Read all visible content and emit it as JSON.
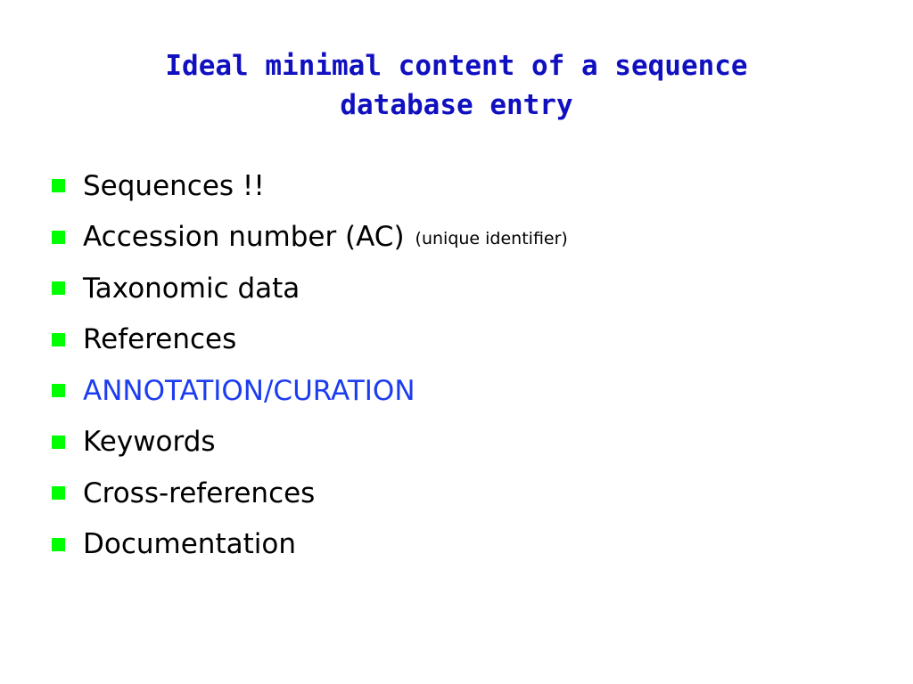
{
  "slide": {
    "title_line1": "Ideal minimal content of a sequence",
    "title_line2": "database entry",
    "bullet_color": "#00ff00",
    "title_color": "#1010c0",
    "highlight_color": "#1c3cf0",
    "bullets": [
      {
        "text": "Sequences !!",
        "note": ""
      },
      {
        "text": "Accession number (AC)",
        "note": "(unique identifier)"
      },
      {
        "text": "Taxonomic data",
        "note": ""
      },
      {
        "text": "References",
        "note": ""
      },
      {
        "text": "ANNOTATION/CURATION",
        "note": "",
        "highlight": true
      },
      {
        "text": "Keywords",
        "note": ""
      },
      {
        "text": "Cross-references",
        "note": ""
      },
      {
        "text": "Documentation",
        "note": ""
      }
    ]
  }
}
